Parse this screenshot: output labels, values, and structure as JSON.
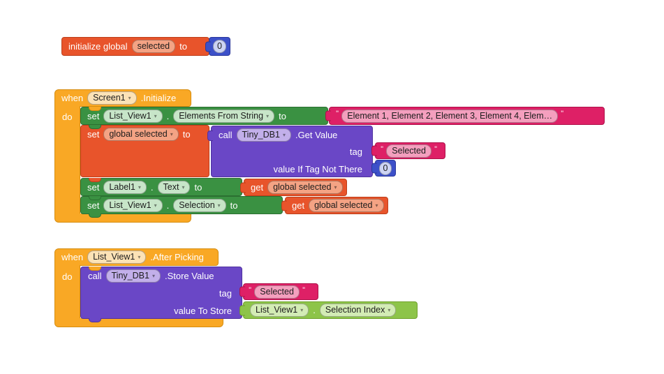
{
  "ui": {
    "dropdown_arrow": "▾",
    "quote": "\"",
    "dot": "."
  },
  "colors": {
    "event": "#F9A825",
    "variable": "#E8542B",
    "setter": "#3A9142",
    "procedure_call": "#6A47C6",
    "text": "#DE2066",
    "math": "#3C50C9",
    "component_getter": "#8DC449",
    "canvas": "#FFFFFF"
  },
  "init_global": {
    "label": "initialize global",
    "name": "selected",
    "to": "to",
    "value": "0"
  },
  "screen_init": {
    "when": "when",
    "component": "Screen1",
    "event": ".Initialize",
    "do": "do",
    "row_elements": {
      "set": "set",
      "component": "List_View1",
      "property": "Elements From String",
      "to": "to",
      "value": "Element 1, Element 2, Element 3, Element 4, Elem…"
    },
    "row_getvalue": {
      "set": "set",
      "variable": "global selected",
      "to": "to",
      "call": "call",
      "component": "Tiny_DB1",
      "method": ".Get Value",
      "tag_label": "tag",
      "tag_value": "Selected",
      "notthere_label": "value If Tag Not There",
      "notthere_value": "0"
    },
    "row_label": {
      "set": "set",
      "component": "Label1",
      "property": "Text",
      "to": "to",
      "get": "get",
      "variable": "global selected"
    },
    "row_selection": {
      "set": "set",
      "component": "List_View1",
      "property": "Selection",
      "to": "to",
      "get": "get",
      "variable": "global selected"
    }
  },
  "after_picking": {
    "when": "when",
    "component": "List_View1",
    "event": ".After Picking",
    "do": "do",
    "call": "call",
    "call_component": "Tiny_DB1",
    "method": ".Store Value",
    "tag_label": "tag",
    "tag_value": "Selected",
    "value_label": "value To Store",
    "value_component": "List_View1",
    "value_property": "Selection Index"
  }
}
